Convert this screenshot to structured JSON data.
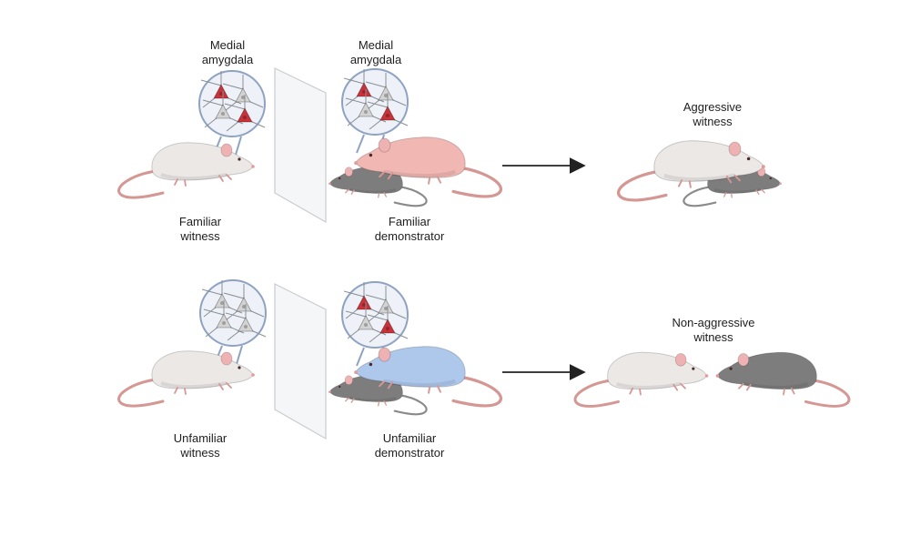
{
  "labels": {
    "amygdala_left": [
      "Medial",
      "amygdala"
    ],
    "amygdala_right": [
      "Medial",
      "amygdala"
    ],
    "familiar_witness": [
      "Familiar",
      "witness"
    ],
    "familiar_demonstrator": [
      "Familiar",
      "demonstrator"
    ],
    "aggressive_witness": [
      "Aggressive",
      "witness"
    ],
    "unfamiliar_witness": [
      "Unfamiliar",
      "witness"
    ],
    "unfamiliar_demonstrator": [
      "Unfamiliar",
      "demonstrator"
    ],
    "non_aggressive_witness": [
      "Non-aggressive",
      "witness"
    ]
  },
  "colors": {
    "white_mouse": "#ece8e6",
    "familiar_demonstrator": "#f1b7b2",
    "unfamiliar_demonstrator": "#aec8ec",
    "gray_mouse": "#7d7d7d",
    "tail": "#d59793",
    "active_neuron": "#c8323a",
    "inactive_neuron": "#d3d3d3",
    "bubble_border": "#8ea2c2",
    "bubble_fill": "#eef2f8"
  },
  "neuron_states": {
    "familiar_witness": [
      true,
      false,
      false,
      true
    ],
    "familiar_demonstrator": [
      true,
      false,
      false,
      true
    ],
    "unfamiliar_witness": [
      false,
      false,
      false,
      false
    ],
    "unfamiliar_demonstrator": [
      true,
      false,
      false,
      true
    ]
  }
}
